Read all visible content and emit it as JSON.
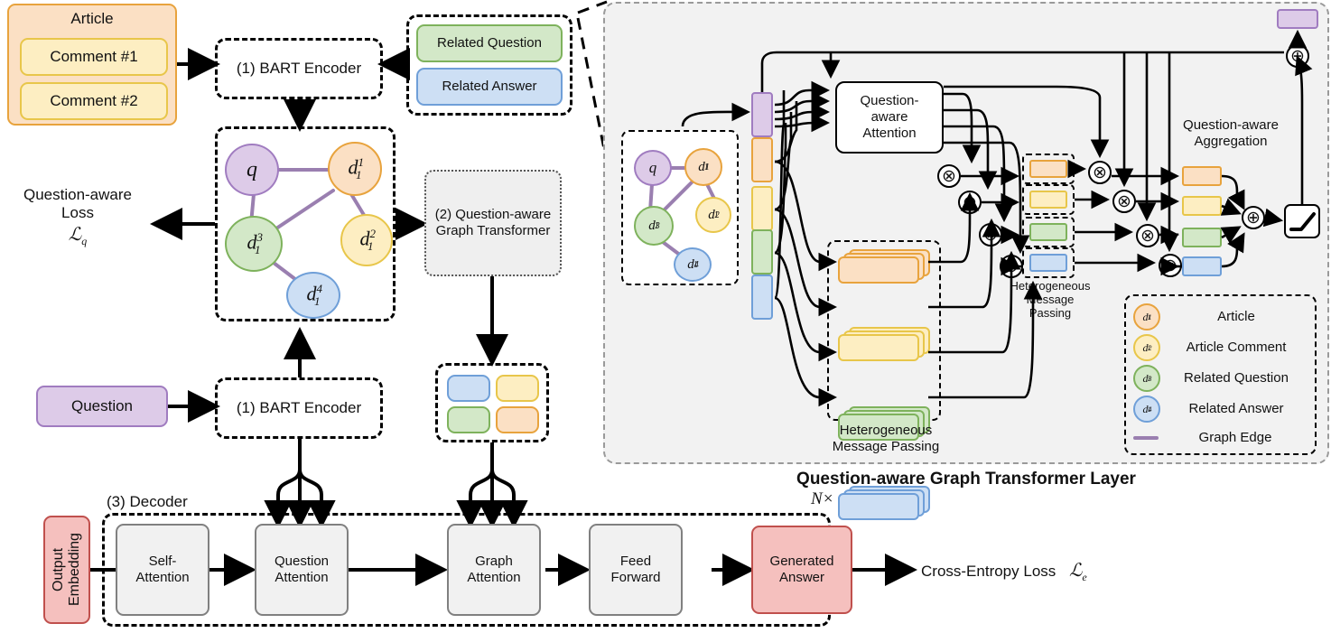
{
  "figure": {
    "caption_right_panel": "Question-aware Graph Transformer Layer"
  },
  "inputs": {
    "article_card": {
      "title": "Article",
      "comments": [
        "Comment #1",
        "Comment #2"
      ]
    },
    "related_card": {
      "question": "Related Question",
      "answer": "Related Answer"
    },
    "question_card": "Question"
  },
  "encoders": {
    "top": "(1) BART Encoder",
    "bottom": "(1) BART Encoder"
  },
  "graph": {
    "nodes": [
      {
        "id": "q",
        "label": "q",
        "color": "#ddcbe8",
        "border": "#a07cc0"
      },
      {
        "id": "d1_1",
        "label": "d₁¹",
        "base": "d",
        "sup": "1",
        "sub": "1",
        "color": "#fbe0c4",
        "border": "#e8a33d"
      },
      {
        "id": "d1_2",
        "label": "d₁²",
        "base": "d",
        "sup": "2",
        "sub": "1",
        "color": "#fdeec2",
        "border": "#e8c64a"
      },
      {
        "id": "d1_3",
        "label": "d₁³",
        "base": "d",
        "sup": "3",
        "sub": "1",
        "color": "#d3e8c8",
        "border": "#7eb25c"
      },
      {
        "id": "d1_4",
        "label": "d₁⁴",
        "base": "d",
        "sup": "4",
        "sub": "1",
        "color": "#cddff4",
        "border": "#6f9fd8"
      }
    ],
    "edges": [
      [
        "q",
        "d1_1"
      ],
      [
        "q",
        "d1_3"
      ],
      [
        "d1_1",
        "d1_2"
      ],
      [
        "d1_1",
        "d1_3"
      ],
      [
        "d1_3",
        "d1_4"
      ]
    ]
  },
  "transformer_block": {
    "label_line1": "(2) Question-aware",
    "label_line2": "Graph Transformer"
  },
  "losses": {
    "question_aware": {
      "line1": "Question-aware",
      "line2": "Loss",
      "symbol": "ℒ",
      "symbol_sub": "q"
    },
    "cross_entropy": {
      "text": "Cross-Entropy Loss",
      "symbol": "ℒ",
      "symbol_sub": "e"
    }
  },
  "decoder": {
    "title": "(3) Decoder",
    "repeat": "N×",
    "output_embedding": "Output Embedding",
    "blocks": [
      {
        "line1": "Self-",
        "line2": "Attention"
      },
      {
        "line1": "Question",
        "line2": "Attention"
      },
      {
        "line1": "Graph",
        "line2": "Attention"
      },
      {
        "line1": "Feed",
        "line2": "Forward"
      }
    ],
    "generated_answer": {
      "line1": "Generated",
      "line2": "Answer"
    }
  },
  "layer_detail": {
    "attention_box": {
      "line1": "Question-",
      "line2": "aware",
      "line3": "Attention"
    },
    "hmp_left": {
      "line1": "Heterogeneous",
      "line2": "Message Passing"
    },
    "hmp_right": {
      "line1": "Heterogeneous",
      "line2": "Message",
      "line3": "Passing"
    },
    "aggregation": {
      "line1": "Question-aware",
      "line2": "Aggregation"
    },
    "activation_icon": "relu-icon",
    "ops": {
      "multiply": "⊗",
      "add": "⊕"
    }
  },
  "legend": {
    "items": [
      {
        "symbol_base": "d",
        "sup": "1",
        "sub": "1",
        "label": "Article",
        "color": "#fbe0c4",
        "border": "#e8a33d"
      },
      {
        "symbol_base": "d",
        "sup": "2",
        "sub": "1",
        "label": "Article Comment",
        "color": "#fdeec2",
        "border": "#e8c64a"
      },
      {
        "symbol_base": "d",
        "sup": "3",
        "sub": "1",
        "label": "Related Question",
        "color": "#d3e8c8",
        "border": "#7eb25c"
      },
      {
        "symbol_base": "d",
        "sup": "4",
        "sub": "1",
        "label": "Related Answer",
        "color": "#cddff4",
        "border": "#6f9fd8"
      }
    ],
    "edge_item": {
      "label": "Graph Edge",
      "color": "#9a7fb0"
    }
  },
  "colors": {
    "article": "#fbe0c4",
    "article_border": "#e8a33d",
    "comment": "#fdeec2",
    "comment_border": "#e8c64a",
    "related_question": "#d3e8c8",
    "related_question_border": "#7eb25c",
    "related_answer": "#cddff4",
    "related_answer_border": "#6f9fd8",
    "question": "#ddcbe8",
    "question_border": "#a07cc0",
    "generated": "#f5c0be",
    "generated_border": "#c0504d",
    "edge": "#9a7fb0",
    "panel_bg": "#f2f2f2"
  }
}
